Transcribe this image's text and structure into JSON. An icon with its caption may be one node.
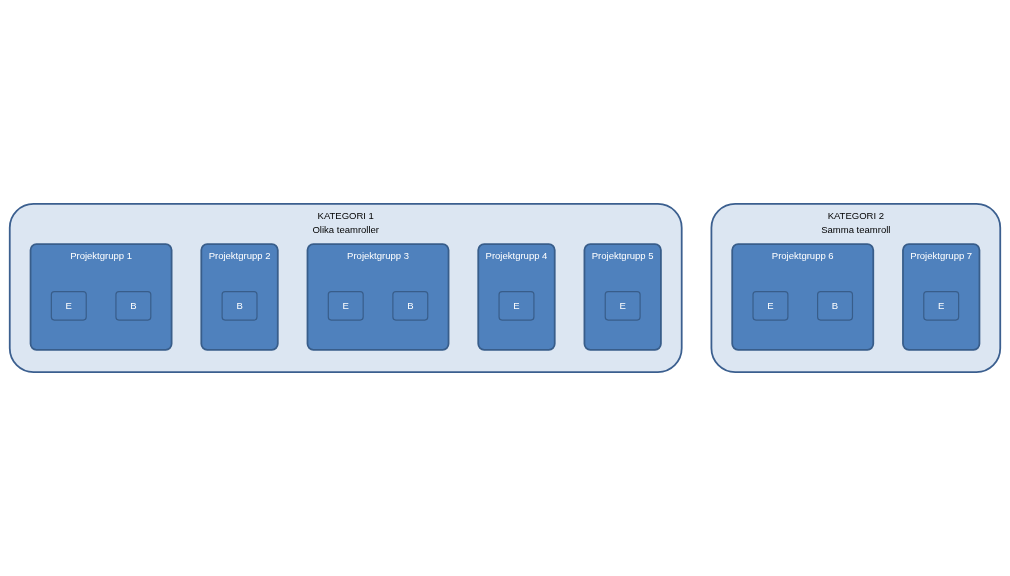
{
  "diagram": {
    "nodes": [
      {
        "text": [
          "KATEGORI 1",
          "Olika teamroller"
        ]
      },
      {
        "text": [
          "Projektgrupp 1"
        ],
        "in": 0
      },
      {
        "text": [
          "B"
        ],
        "in": 1
      },
      {
        "text": [
          "E"
        ],
        "in": 1
      },
      {
        "text": [
          "Projektgrupp 2"
        ],
        "in": 0
      },
      {
        "text": [
          "B"
        ],
        "in": 4
      },
      {
        "text": [
          "Projektgrupp 3"
        ],
        "in": 0
      },
      {
        "text": [
          "B"
        ],
        "in": 6
      },
      {
        "text": [
          "E"
        ],
        "in": 6
      },
      {
        "text": [
          "Projektgrupp 4"
        ],
        "in": 0
      },
      {
        "text": [
          "E"
        ],
        "in": 9
      },
      {
        "text": [
          "Projektgrupp 5"
        ],
        "in": 0
      },
      {
        "text": [
          "E"
        ],
        "in": 11
      },
      {
        "text": [
          "KATEGORI 2",
          "Samma teamroll"
        ]
      },
      {
        "text": [
          "Projektgrupp 6"
        ],
        "in": 13
      },
      {
        "text": [
          "B"
        ],
        "in": 14
      },
      {
        "text": [
          "E"
        ],
        "in": 14
      },
      {
        "text": [
          "Projektgrupp 7"
        ],
        "in": 13
      },
      {
        "text": [
          "E"
        ],
        "in": 17
      }
    ]
  }
}
